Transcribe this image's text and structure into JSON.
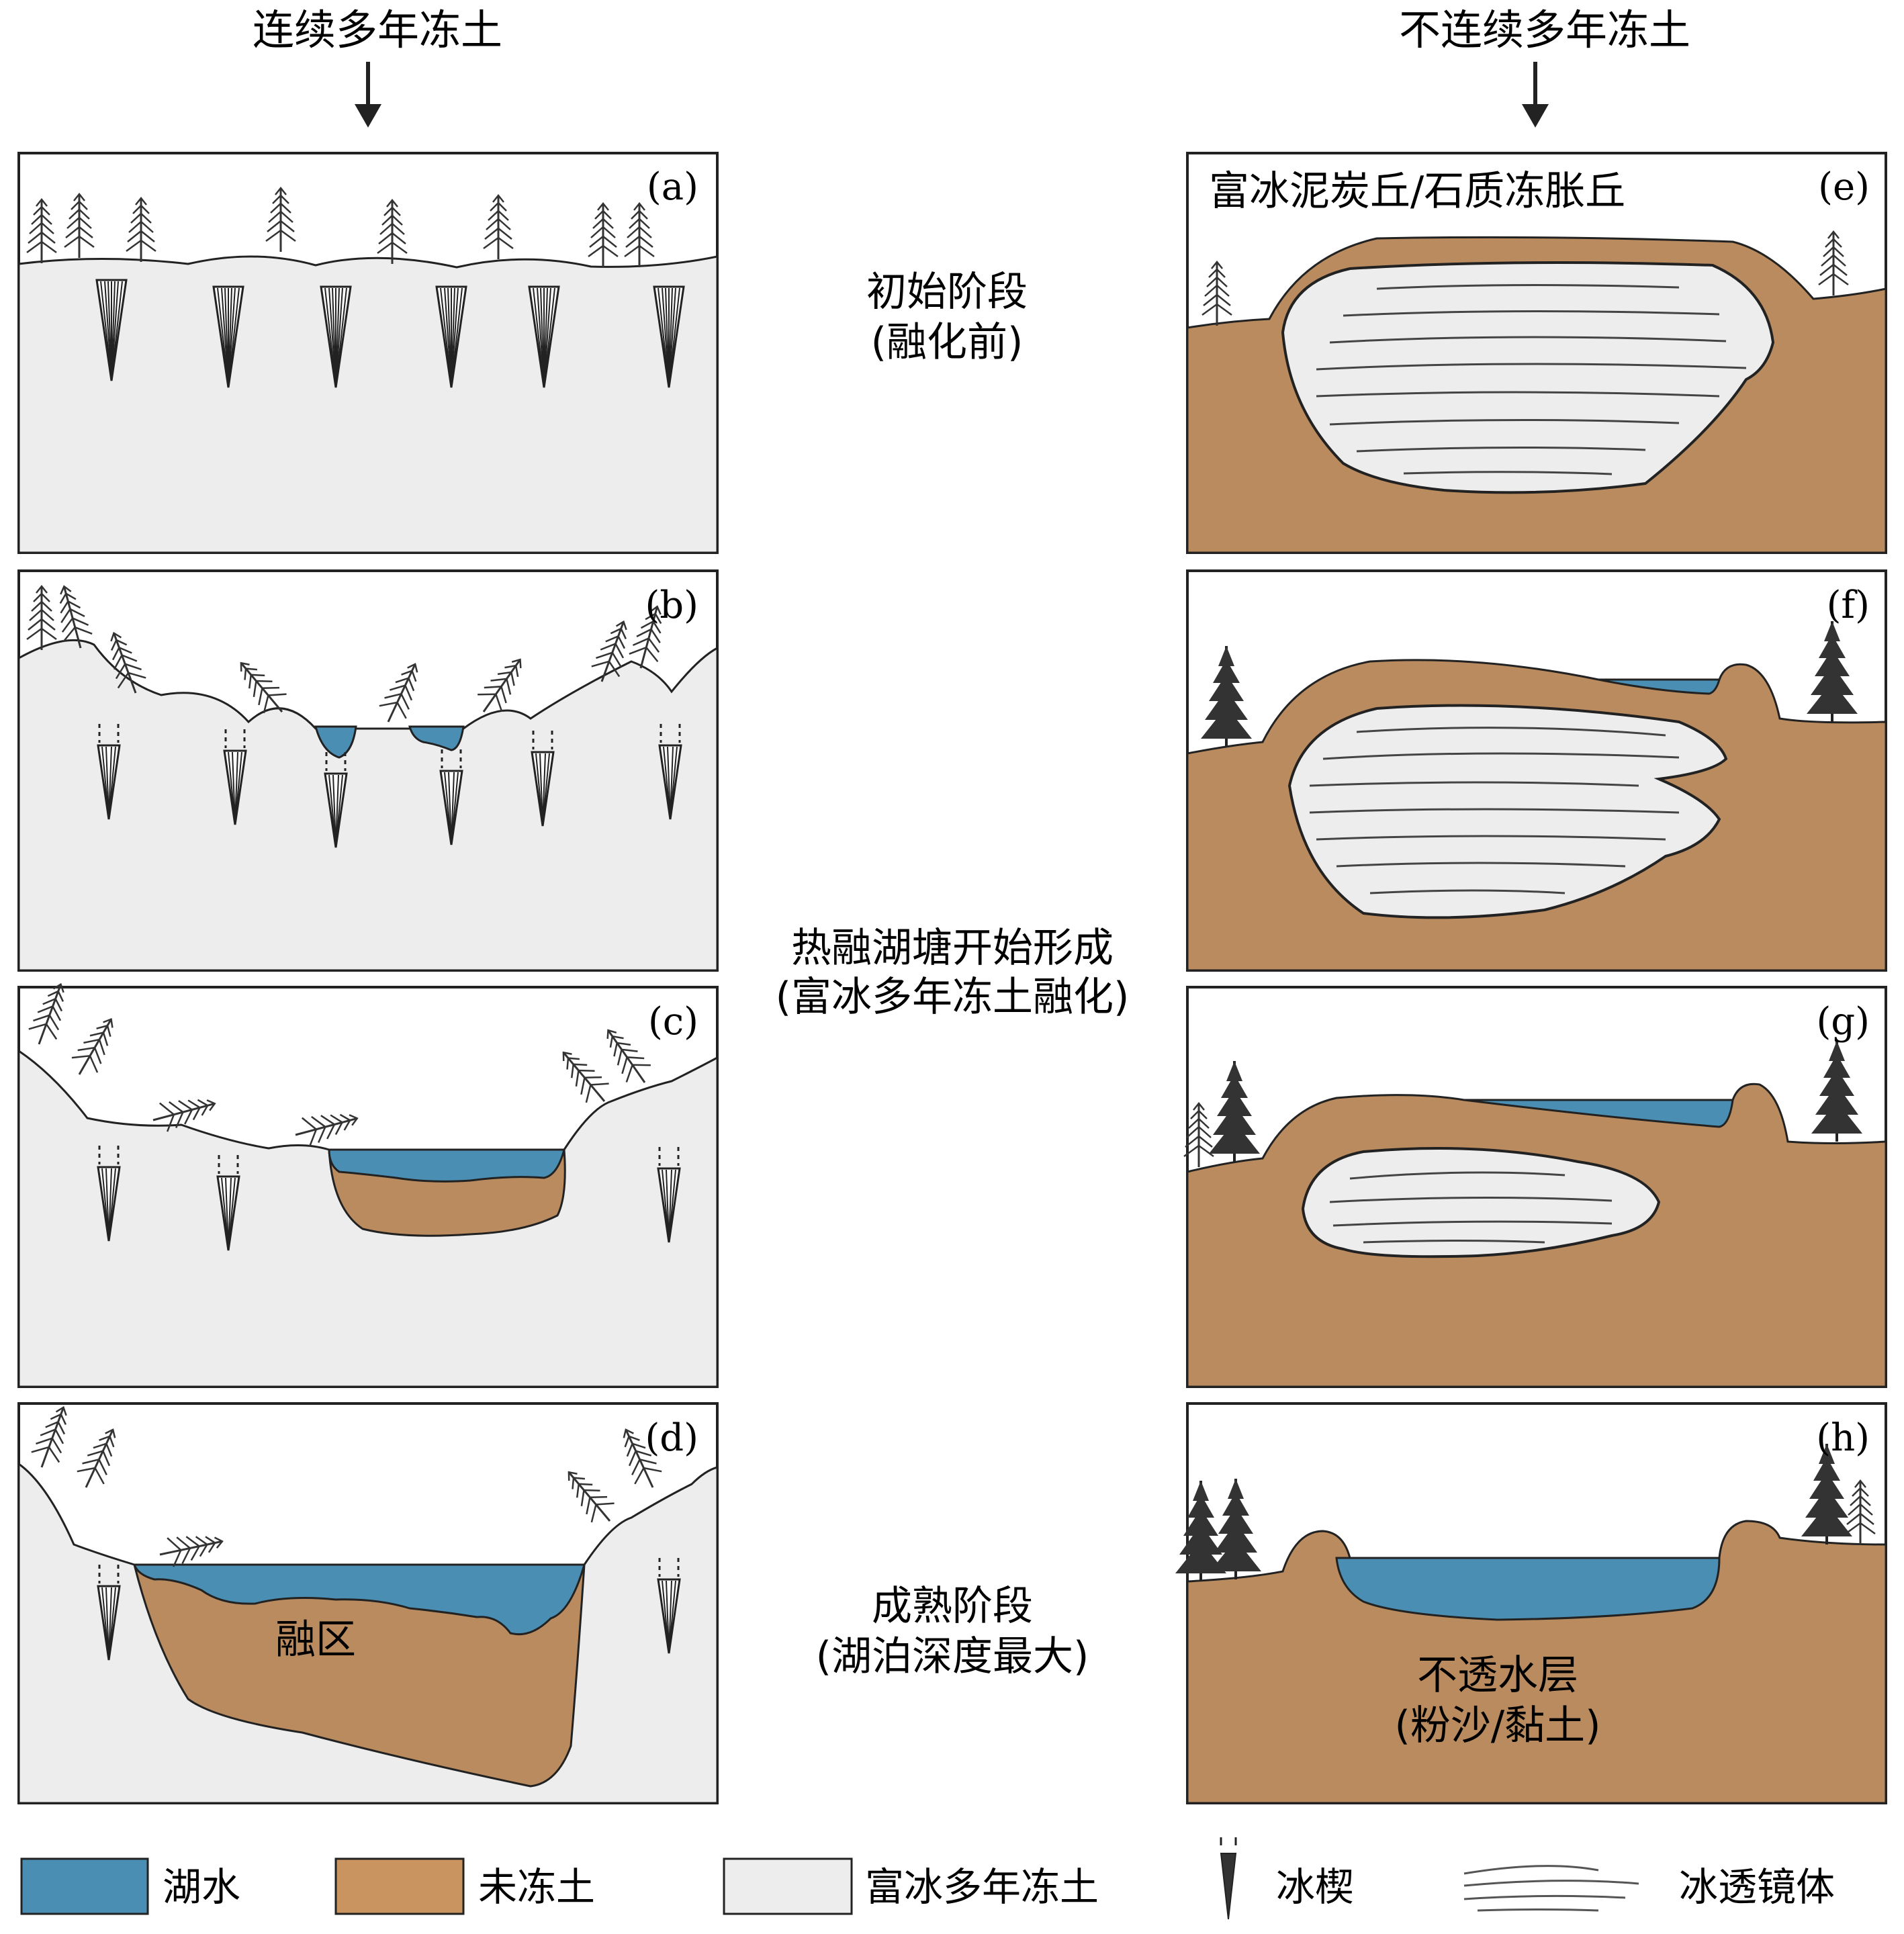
{
  "headers": {
    "left": "连续多年冻土",
    "right": "不连续多年冻土"
  },
  "stages": {
    "initial": {
      "line1": "初始阶段",
      "line2": "(融化前)"
    },
    "forming": {
      "line1": "热融湖塘开始形成",
      "line2": "(富冰多年冻土融化)"
    },
    "mature": {
      "line1": "成熟阶段",
      "line2": "(湖泊深度最大)"
    }
  },
  "panels": {
    "a": "(a)",
    "b": "(b)",
    "c": "(c)",
    "d": "(d)",
    "e": "(e)",
    "f": "(f)",
    "g": "(g)",
    "h": "(h)"
  },
  "in_panel": {
    "e_title": "富冰泥炭丘/石质冻胀丘",
    "d_talik": "融区",
    "h_layer_line1": "不透水层",
    "h_layer_line2": "(粉沙/黏土)"
  },
  "legend": {
    "lake": "湖水",
    "unfrozen": "未冻土",
    "permafrost": "富冰多年冻土",
    "ice_wedge": "冰楔",
    "ice_lens": "冰透镜体"
  },
  "colors": {
    "lake_water": "#4a8fb3",
    "unfrozen_soil": "#b98b5f",
    "ice_rich_permafrost": "#ededed",
    "outline": "#222222"
  }
}
